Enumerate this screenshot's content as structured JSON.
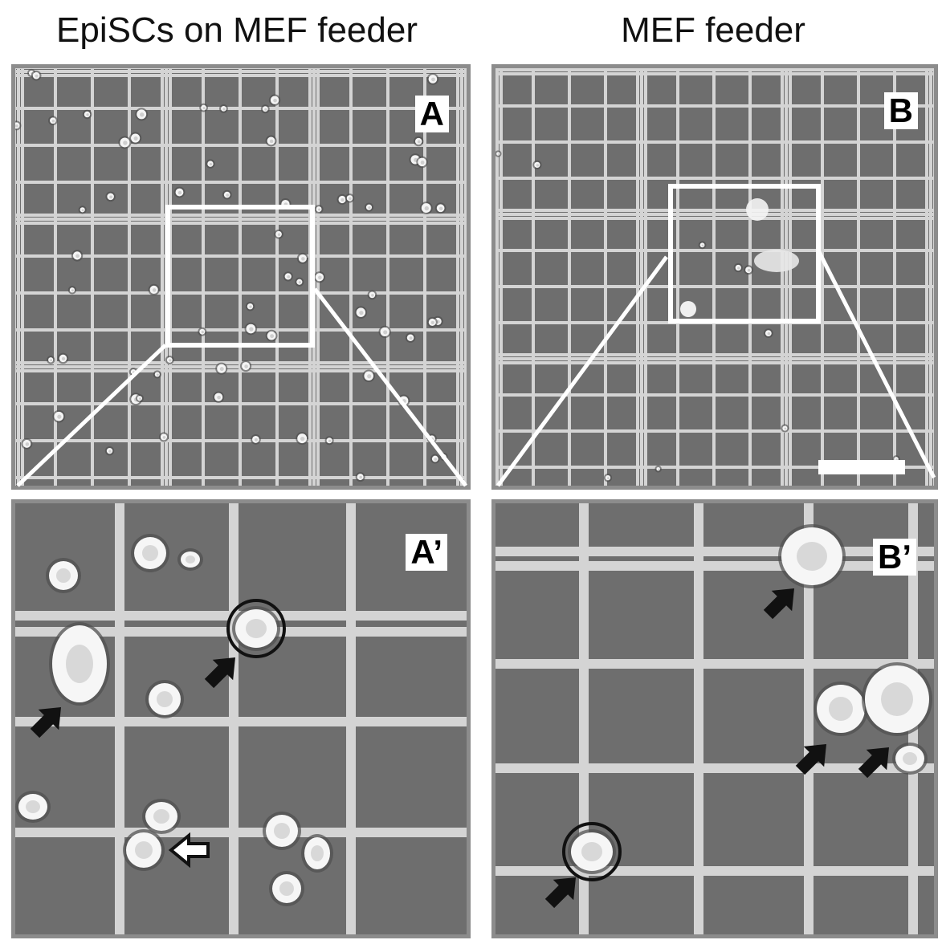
{
  "titles": {
    "left": "EpiSCs on MEF feeder",
    "right": "MEF feeder"
  },
  "panels": {
    "a": {
      "label": "A"
    },
    "b": {
      "label": "B"
    },
    "a2": {
      "label": "A’"
    },
    "b2": {
      "label": "B’"
    }
  },
  "colors": {
    "background": "#6e6e6e",
    "grid_line": "#d4d4d4",
    "panel_border": "#8c8c8c",
    "inset_box": "#ffffff",
    "arrow": "#111111"
  },
  "icons": {
    "black_arrow": "black-arrow-icon",
    "white_arrow": "white-arrow-icon",
    "highlight_circle": "circle-marker-icon"
  }
}
